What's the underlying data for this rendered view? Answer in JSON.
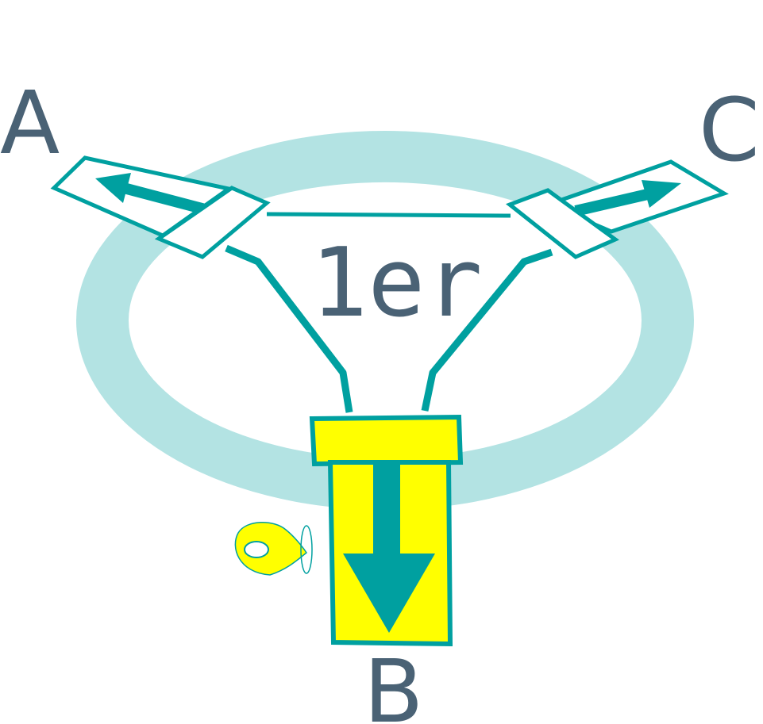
{
  "labels": {
    "a": "A",
    "b": "B",
    "c": "C",
    "center": "1er"
  },
  "colors": {
    "ring": "#b3e3e3",
    "teal": "#00a0a0",
    "yellow": "#ffff00",
    "label": "#4a6275",
    "white": "#ffffff"
  },
  "icons": {
    "ring": "ring-background",
    "valve_a": "outlet-a-arrow-icon",
    "valve_c": "outlet-c-arrow-icon",
    "valve_b": "outlet-b-arrow-icon",
    "handle": "valve-handle-icon"
  }
}
